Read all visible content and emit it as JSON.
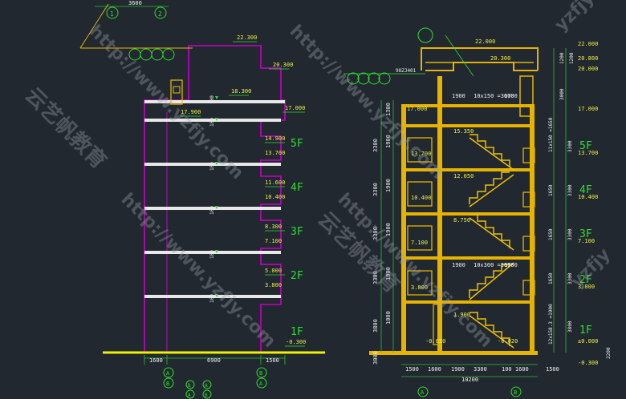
{
  "colors": {
    "background": "#212830",
    "outline": "#c800c8",
    "floor_slab": "#e8e8e8",
    "structure": "#e6b400",
    "stair": "#f0c000",
    "dimension": "#2fbf2f",
    "level_text": "#f0f040",
    "level_line": "#2fdd2f",
    "floor_label": "#2fdd2f",
    "ground": "#f0f000",
    "watermark": "#9aa0a8",
    "axis_bubble": "#2fdd2f"
  },
  "left_elevation": {
    "top_dimension": "3600",
    "top_axes": [
      "1",
      "2"
    ],
    "levels": [
      "22.300",
      "20.300",
      "18.300",
      "17.900",
      "17.000",
      "14.900",
      "13.700",
      "11.600",
      "10.400",
      "8.300",
      "7.100",
      "5.000",
      "3.800",
      "-0.300"
    ],
    "floor_labels": [
      "5F",
      "4F",
      "3F",
      "2F",
      "1F"
    ],
    "slab_marks": [
      "100",
      "100",
      "100",
      "100",
      "100",
      "100"
    ],
    "bottom_dimensions": [
      "1600",
      "6900",
      "1500"
    ],
    "bottom_axes": [
      "A",
      "A",
      "B",
      "B"
    ],
    "bottom_axis_combo": [
      "B",
      "A",
      "A",
      "B"
    ]
  },
  "right_section": {
    "detail_ref": "98ZJ401",
    "levels_inner": [
      "22.000",
      "20.300",
      "17.000",
      "15.350",
      "13.700",
      "12.050",
      "10.400",
      "8.750",
      "7.100",
      "3.800",
      "1.900",
      "-0.050",
      "-0.020"
    ],
    "stair_notes": [
      "10x150\n=3000",
      "10x300\n=3000"
    ],
    "stair_dims": [
      "1900",
      "1700",
      "1900",
      "1700"
    ],
    "left_dims": [
      "3300",
      "3300",
      "3300",
      "3300",
      "3800",
      "3000",
      "1900",
      "1900",
      "1900",
      "1900",
      "1300",
      "1000"
    ],
    "right_levels": [
      "22.000",
      "20.800",
      "20.000",
      "17.000",
      "13.700",
      "10.400",
      "7.100",
      "3.800",
      "±0.000",
      "-0.300"
    ],
    "right_dims": [
      "1200",
      "1200",
      "3000",
      "11x150\n=1650",
      "1650",
      "1650",
      "1650",
      "12x158.3\n=1900",
      "3300",
      "3300",
      "3300",
      "3300",
      "3800",
      "2200"
    ],
    "floor_labels": [
      "5F",
      "4F",
      "3F",
      "2F",
      "1F"
    ],
    "bottom_dimensions": [
      "1500",
      "1600",
      "1900",
      "3300",
      "100 1600",
      "1500"
    ],
    "total_dimension": "10200",
    "bottom_axes": [
      "A",
      "B"
    ]
  },
  "watermark": {
    "url_text": "http://www.yzfjy.com",
    "brand_text": "云艺帆教育",
    "short_text": "yzfjy"
  }
}
